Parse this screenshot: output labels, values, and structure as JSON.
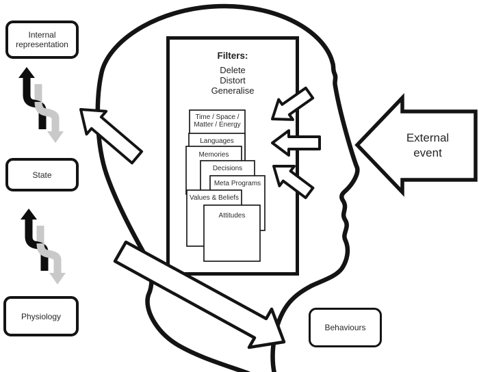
{
  "diagram": {
    "side_boxes": {
      "internal_representation": "Internal representation",
      "state": "State",
      "physiology": "Physiology",
      "behaviours": "Behaviours"
    },
    "external_event": "External event",
    "filters": {
      "title": "Filters:",
      "processes": [
        "Delete",
        "Distort",
        "Generalise"
      ],
      "cards": [
        "Time / Space / Matter / Energy",
        "Languages",
        "Memories",
        "Decisions",
        "Meta Programs",
        "Values & Beliefs",
        "Attitudes"
      ]
    },
    "colors": {
      "ink": "#141414",
      "gray_arrow": "#c9c9c9",
      "background": "#ffffff"
    }
  }
}
